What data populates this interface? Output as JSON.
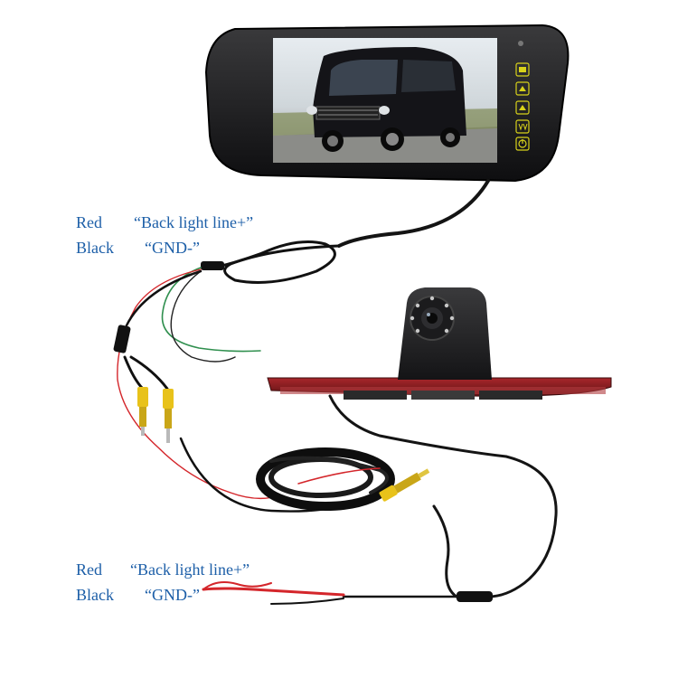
{
  "top_labels": {
    "red_color": "Red",
    "red_desc": "“Back light line+”",
    "black_color": "Black",
    "black_desc": "“GND-”"
  },
  "bottom_labels": {
    "red_color": "Red",
    "red_desc": "“Back light line+”",
    "black_color": "Black",
    "black_desc": "“GND-”"
  },
  "monitor": {
    "buttons": [
      "menu-icon",
      "up-icon",
      "up-icon",
      "down-icon",
      "vol-icon",
      "power-icon"
    ]
  },
  "colors": {
    "label_text": "#1d5fa8",
    "rca_yellow": "#e8c21a",
    "wire_red": "#d4262b",
    "wire_green": "#2f8f4e",
    "brake_light_red": "#8a1c1f",
    "button_accent": "#d8d21a"
  }
}
